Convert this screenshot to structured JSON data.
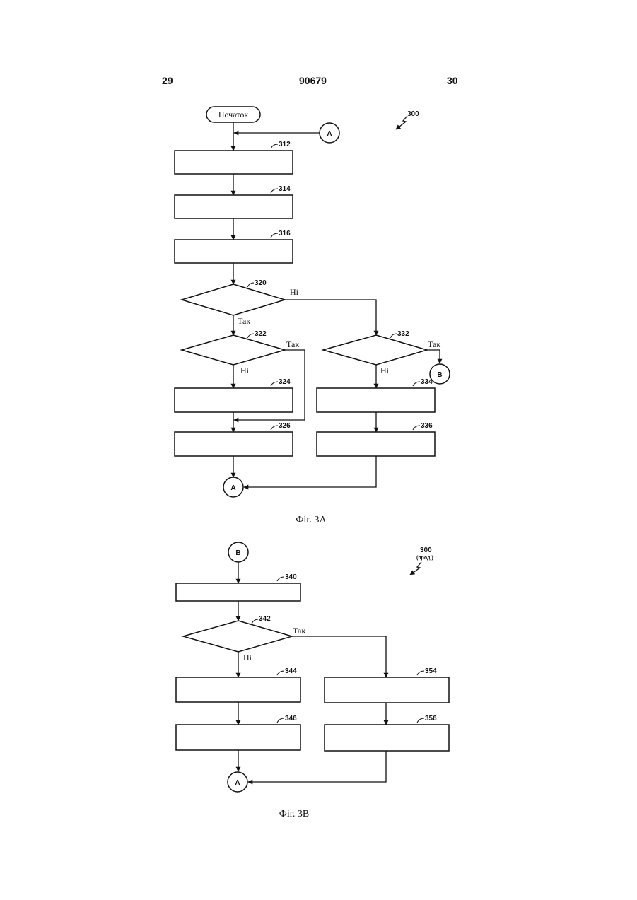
{
  "header": {
    "left_page": "29",
    "doc_number": "90679",
    "right_page": "30"
  },
  "fig3a": {
    "start_label": "Початок",
    "ref_main": "300",
    "connector_a_top": "A",
    "connector_b": "B",
    "connector_a_bottom": "A",
    "refs": {
      "r312": "312",
      "r314": "314",
      "r316": "316",
      "r320": "320",
      "r322": "322",
      "r324": "324",
      "r326": "326",
      "r332": "332",
      "r334": "334",
      "r336": "336"
    },
    "labels": {
      "d320_no": "Ні",
      "d320_yes": "Так",
      "d322_yes": "Так",
      "d322_no": "Ні",
      "d332_yes": "Так",
      "d332_no": "Ні"
    },
    "caption": "Фіг. 3А"
  },
  "fig3b": {
    "ref_main": "300",
    "ref_main_sub": "(прод.)",
    "connector_b_top": "B",
    "connector_a_bottom": "A",
    "refs": {
      "r340": "340",
      "r342": "342",
      "r344": "344",
      "r346": "346",
      "r354": "354",
      "r356": "356"
    },
    "labels": {
      "d342_yes": "Так",
      "d342_no": "Ні"
    },
    "caption": "Фіг. 3В"
  }
}
